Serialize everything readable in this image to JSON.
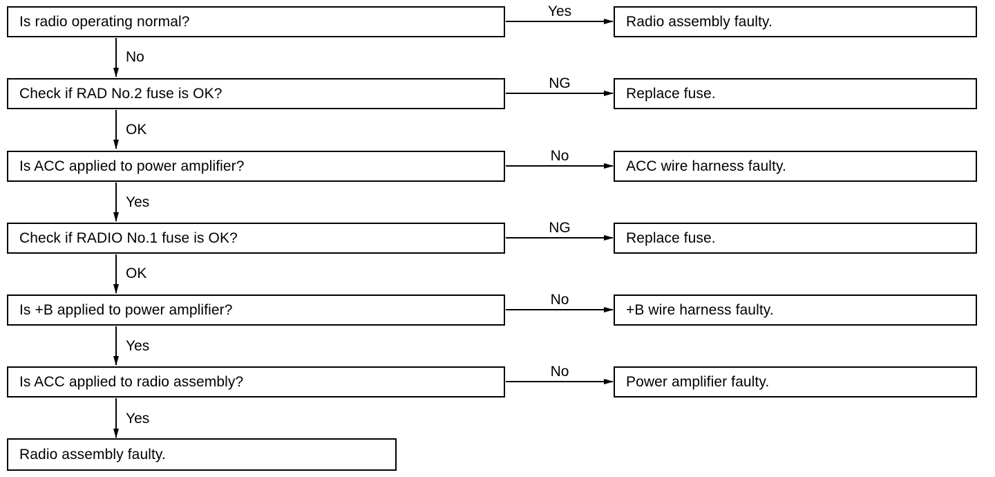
{
  "steps": [
    {
      "question": "Is radio operating normal?",
      "branch_label": "Yes",
      "result": "Radio assembly faulty.",
      "next_label": "No"
    },
    {
      "question": "Check if RAD No.2 fuse is OK?",
      "branch_label": "NG",
      "result": "Replace fuse.",
      "next_label": "OK"
    },
    {
      "question": "Is ACC applied to power amplifier?",
      "branch_label": "No",
      "result": "ACC wire harness faulty.",
      "next_label": "Yes"
    },
    {
      "question": "Check if RADIO No.1 fuse is OK?",
      "branch_label": "NG",
      "result": "Replace fuse.",
      "next_label": "OK"
    },
    {
      "question": "Is +B applied to power amplifier?",
      "branch_label": "No",
      "result": "+B wire harness faulty.",
      "next_label": "Yes"
    },
    {
      "question": "Is ACC applied to radio assembly?",
      "branch_label": "No",
      "result": "Power amplifier faulty.",
      "next_label": "Yes"
    }
  ],
  "final_result": "Radio assembly faulty."
}
